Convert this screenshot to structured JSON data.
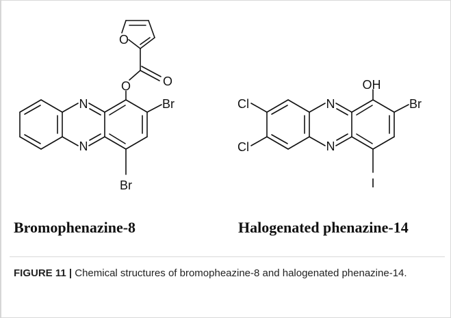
{
  "compounds": [
    {
      "name": "Bromophenazine-8",
      "atoms": {
        "n_top": "N",
        "n_bottom": "N",
        "o_furan": "O",
        "o_ester": "O",
        "o_carbonyl": "O",
        "br_ring": "Br",
        "br_bottom": "Br"
      }
    },
    {
      "name": "Halogenated phenazine-14",
      "atoms": {
        "n_top": "N",
        "n_bottom": "N",
        "oh": "OH",
        "br_ring": "Br",
        "cl_top": "Cl",
        "cl_bottom": "Cl",
        "iodine": "I"
      }
    }
  ],
  "caption": {
    "label": "FIGURE 11 |",
    "text": "Chemical structures of bromopheazine-8 and halogenated phenazine-14."
  }
}
